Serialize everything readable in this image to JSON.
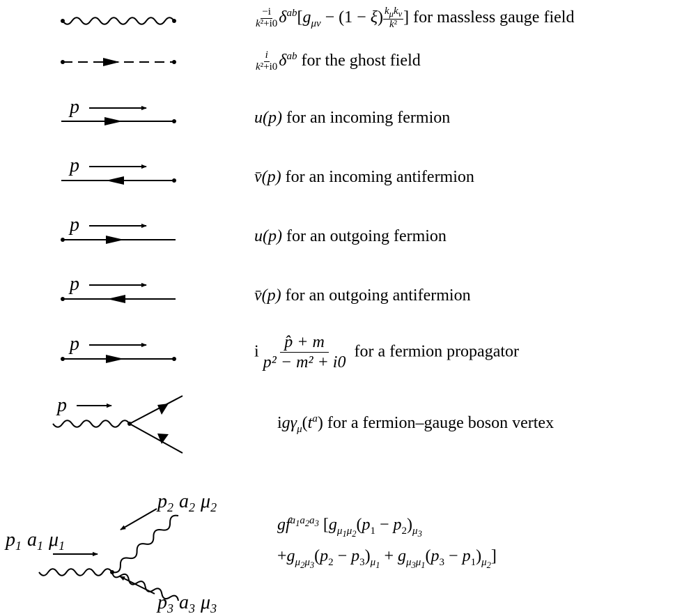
{
  "rules": [
    {
      "kind": "gauge-propagator",
      "lead": "",
      "tail": "for massless gauge field",
      "latex": "\\frac{-i}{k^2+i0}\\delta^{ab}[g_{\\mu\\nu}-(1-\\xi)\\frac{k_\\mu k_\\nu}{k^2}]"
    },
    {
      "kind": "ghost-propagator",
      "lead": "",
      "tail": "for the ghost field",
      "latex": "\\frac{i}{k^2+i0}\\delta^{ab}"
    },
    {
      "kind": "incoming-fermion",
      "lead": "u(p)",
      "tail": "for an incoming fermion"
    },
    {
      "kind": "incoming-antifermion",
      "lead": "v̄(p)",
      "tail": "for an incoming antifermion"
    },
    {
      "kind": "outgoing-fermion",
      "lead": "u(p)",
      "tail": "for an outgoing fermion"
    },
    {
      "kind": "outgoing-antifermion",
      "lead": "v̄(p)",
      "tail": "for an outgoing antifermion"
    },
    {
      "kind": "fermion-propagator",
      "lead": "i",
      "tail": "for a fermion propagator",
      "numerator": "p̂ + m",
      "denominator": "p² − m² + i0"
    },
    {
      "kind": "fermion-gauge-vertex",
      "lead": "igγ_μ(tᵃ)",
      "tail": "for a fermion–gauge boson vertex"
    },
    {
      "kind": "three-gauge-vertex",
      "line1": "g f^{a1a2a3} [g_{μ1μ2}(p1 − p2)_{μ3}",
      "line2": "+g_{μ2μ3}(p2 − p3)_{μ1} + g_{μ3μ1}(p3 − p1)_{μ2}]"
    }
  ],
  "labels": {
    "momentum": "p",
    "leg1": [
      "p",
      "1",
      "a",
      "1",
      "μ",
      "1"
    ],
    "leg2": [
      "p",
      "2",
      "a",
      "2",
      "μ",
      "2"
    ],
    "leg3": [
      "p",
      "3",
      "a",
      "3",
      "μ",
      "3"
    ]
  }
}
